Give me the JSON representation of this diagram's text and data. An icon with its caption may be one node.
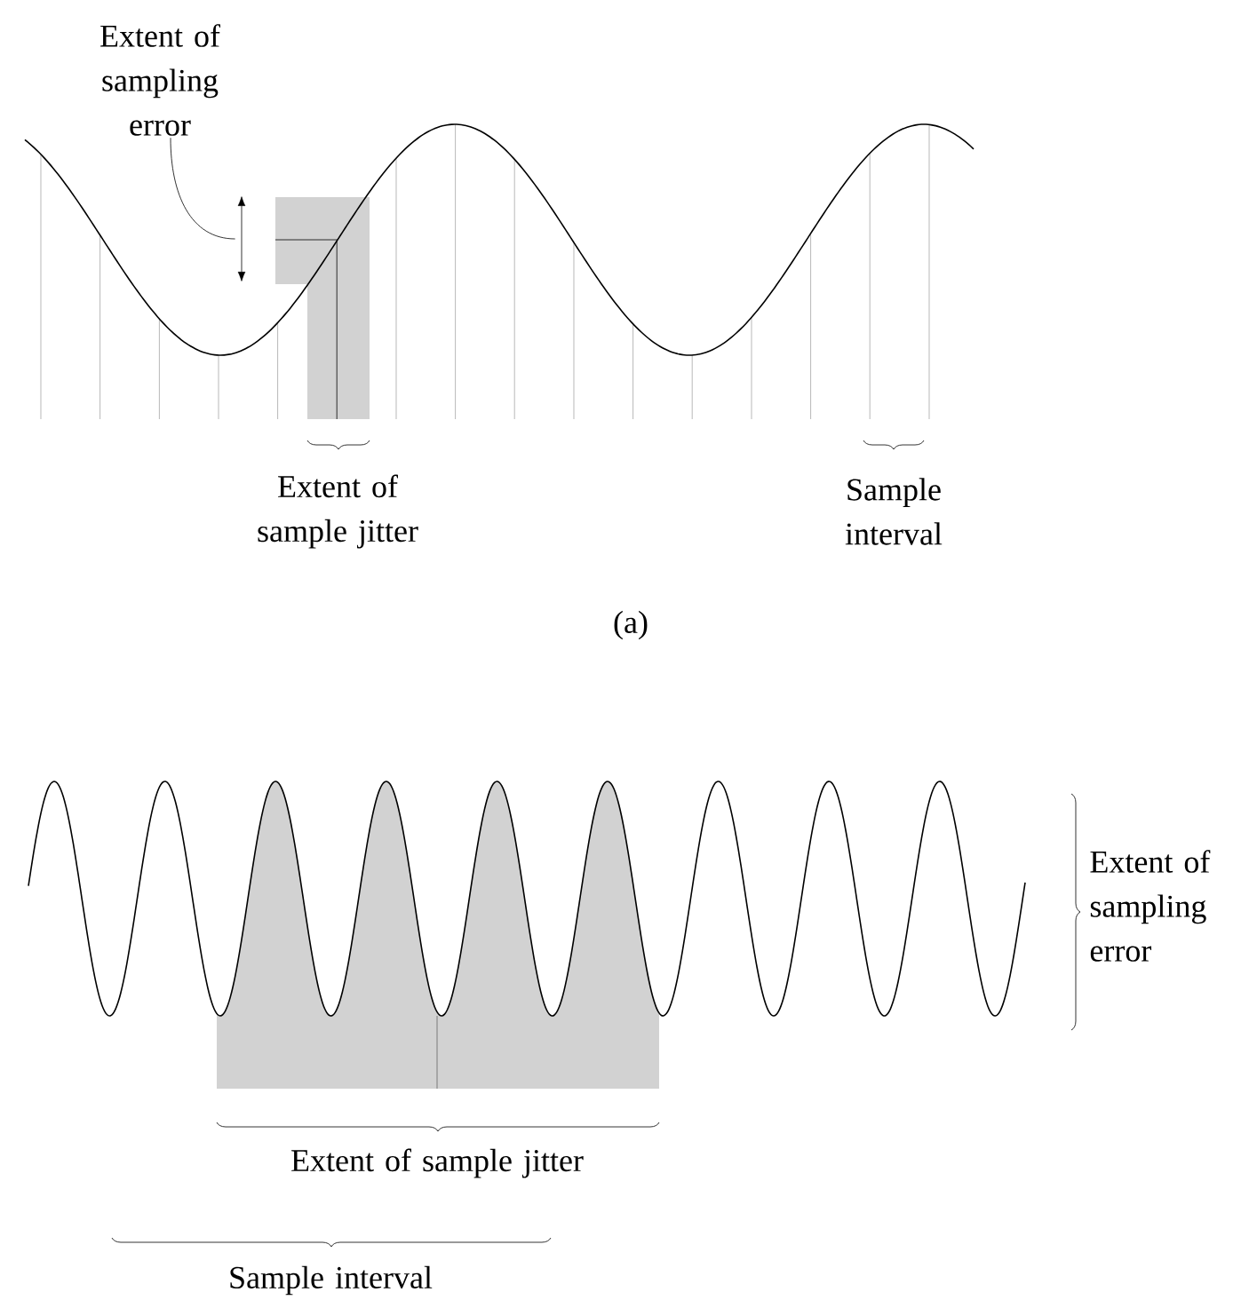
{
  "diagram": {
    "nodes": [
      {
        "text": [
          "Extent of sampling error"
        ]
      },
      {
        "text": [],
        "shape": "arrow"
      }
    ],
    "edges": [
      {
        "from": 0,
        "to": 1,
        "arrow": "none"
      }
    ],
    "labels": [
      "Extent of sample jitter",
      "Sample interval",
      "(a)",
      "Extent of sampling error",
      "Extent of sample jitter",
      "Sample interval"
    ]
  }
}
